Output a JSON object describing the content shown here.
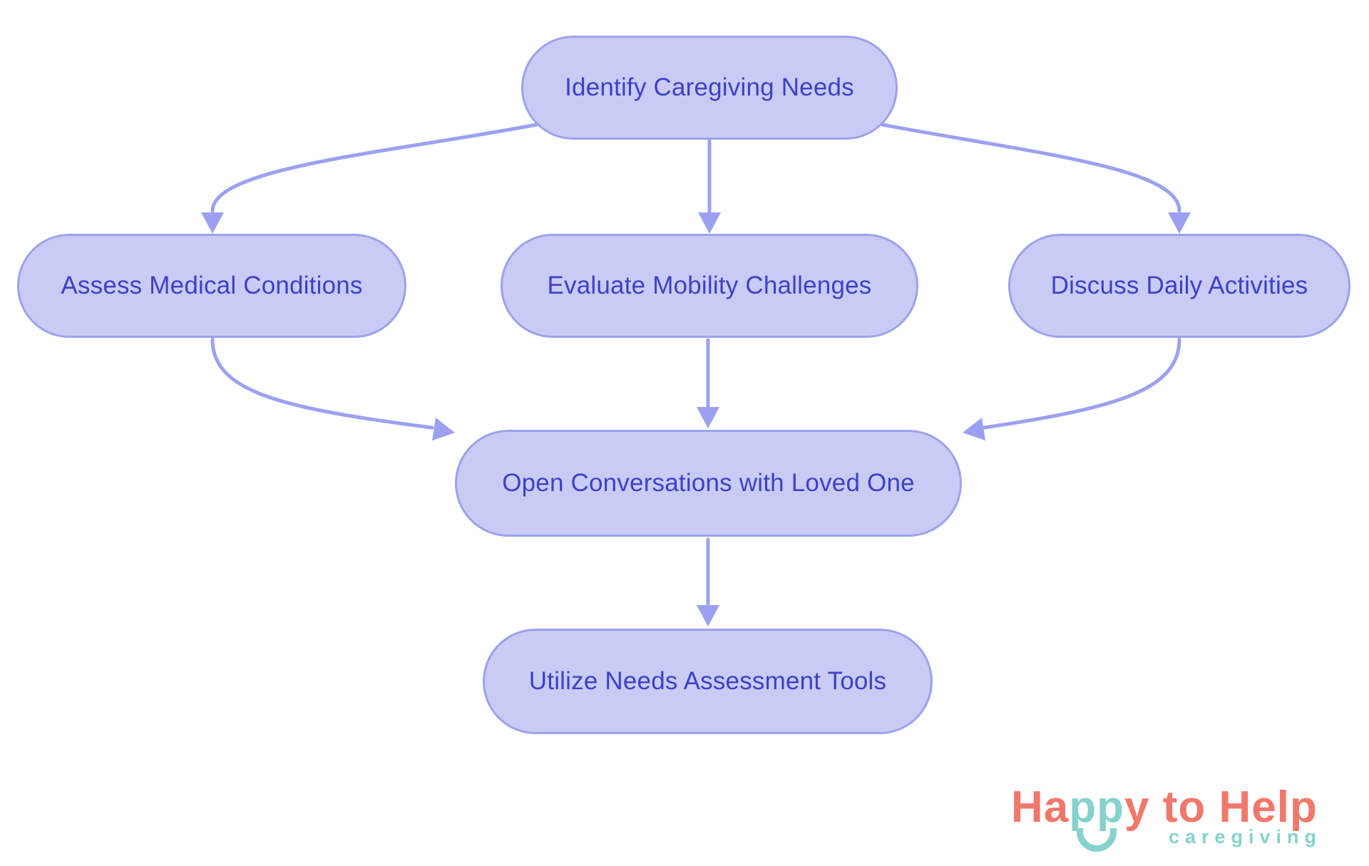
{
  "page": {
    "background": "#ffffff"
  },
  "flowchart": {
    "colors": {
      "node_fill": "#c9cbf5",
      "node_border": "#9ca2ea",
      "node_text": "#3d41c6",
      "arrow": "#9ba1f0"
    },
    "nodes": [
      {
        "id": "identify",
        "label": "Identify Caregiving Needs"
      },
      {
        "id": "assess",
        "label": "Assess Medical Conditions"
      },
      {
        "id": "evaluate",
        "label": "Evaluate Mobility Challenges"
      },
      {
        "id": "discuss",
        "label": "Discuss Daily Activities"
      },
      {
        "id": "open",
        "label": "Open Conversations with Loved One"
      },
      {
        "id": "utilize",
        "label": "Utilize Needs Assessment Tools"
      }
    ],
    "edges": [
      {
        "from": "Identify Caregiving Needs",
        "to": "Assess Medical Conditions"
      },
      {
        "from": "Identify Caregiving Needs",
        "to": "Evaluate Mobility Challenges"
      },
      {
        "from": "Identify Caregiving Needs",
        "to": "Discuss Daily Activities"
      },
      {
        "from": "Assess Medical Conditions",
        "to": "Open Conversations with Loved One"
      },
      {
        "from": "Evaluate Mobility Challenges",
        "to": "Open Conversations with Loved One"
      },
      {
        "from": "Discuss Daily Activities",
        "to": "Open Conversations with Loved One"
      },
      {
        "from": "Open Conversations with Loved One",
        "to": "Utilize Needs Assessment Tools"
      }
    ]
  },
  "logo": {
    "brand": {
      "ha": "Ha",
      "pp": "pp",
      "y": "y",
      "rest": " to Help"
    },
    "tagline": "caregiving",
    "icon": "smile-icon",
    "colors": {
      "coral": "#f0786b",
      "teal": "#85d2ce"
    }
  }
}
